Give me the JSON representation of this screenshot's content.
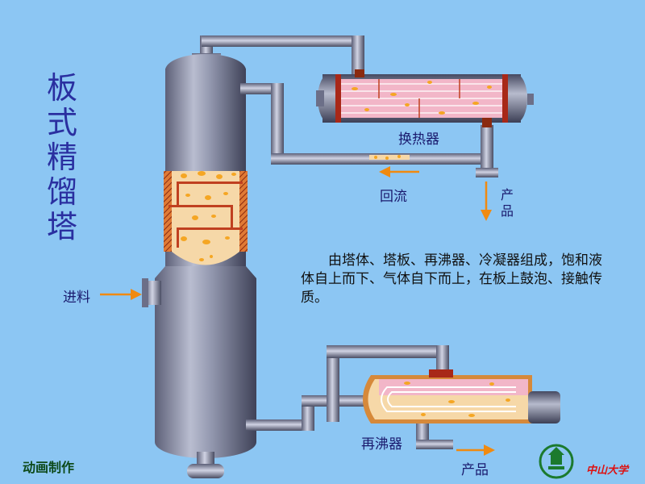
{
  "title_chars": [
    "板",
    "式",
    "精",
    "馏",
    "塔"
  ],
  "labels": {
    "heat_exchanger": "换热器",
    "reflux": "回流",
    "product_top": [
      "产",
      "品"
    ],
    "feed": "进料",
    "reboiler": "再沸器",
    "product_bottom": "产品"
  },
  "description": "由塔体、塔板、再沸器、冷凝器组成，饱和液体自上而下、气体自下而上，在板上鼓泡、接触传质。",
  "credit": "动画制作",
  "brand": "中山大学",
  "colors": {
    "background": "#8cc6f3",
    "arrow": "#f08a10",
    "liquid": "#f6d8a8",
    "vapor_bubbles": "#f5a623",
    "column": "#8a8fa8",
    "shell_red": "#c04020"
  },
  "icons": {
    "logo": "sysu-emblem-icon"
  }
}
